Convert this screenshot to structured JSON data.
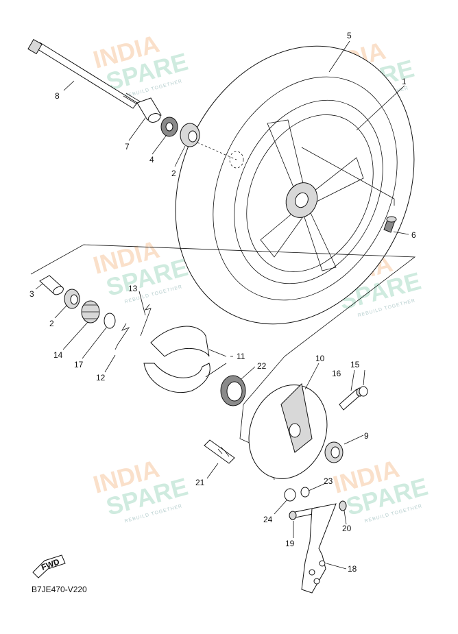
{
  "diagram_code": "B7JE470-V220",
  "direction_label": "FWD",
  "watermark": {
    "line1": "INDIA",
    "line2": "SPARE",
    "tagline": "REBUILD TOGETHER"
  },
  "callouts": {
    "p1": "1",
    "p2a": "2",
    "p2b": "2",
    "p3": "3",
    "p4": "4",
    "p5": "5",
    "p6": "6",
    "p7": "7",
    "p8": "8",
    "p9": "9",
    "p10": "10",
    "p11": "11",
    "p12": "12",
    "p13": "13",
    "p14": "14",
    "p15": "15",
    "p16": "16",
    "p17": "17",
    "p18": "18",
    "p19": "19",
    "p20": "20",
    "p21": "21",
    "p22": "22",
    "p23": "23",
    "p24": "24"
  }
}
